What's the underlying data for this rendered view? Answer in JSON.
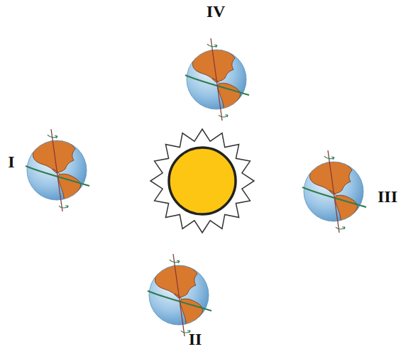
{
  "diagram": {
    "labels": [
      "IV",
      "I",
      "III",
      "II"
    ]
  }
}
